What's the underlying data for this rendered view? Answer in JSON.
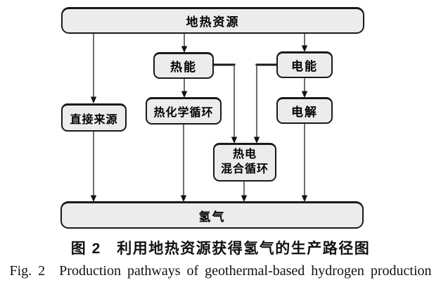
{
  "figure": {
    "caption_zh": "图 2　利用地热资源获得氢气的生产路径图",
    "caption_en": "Fig. 2 Production pathways of geothermal-based hydrogen production"
  },
  "diagram": {
    "nodes": {
      "geothermal": {
        "label": "地热资源"
      },
      "thermal": {
        "label": "热能"
      },
      "electric": {
        "label": "电能"
      },
      "direct": {
        "label": "直接来源"
      },
      "thermochemical": {
        "label": "热化学循环"
      },
      "electrolysis": {
        "label": "电解"
      },
      "hybrid": {
        "line1": "热电",
        "line2": "混合循环"
      },
      "hydrogen": {
        "label": "氢气"
      }
    },
    "colors": {
      "box_fill": "#ececec",
      "box_border": "#1a1a1a",
      "connector": "#4a4a4a",
      "connector_bold": "#1a1a1a",
      "arrow": "#111111"
    }
  }
}
